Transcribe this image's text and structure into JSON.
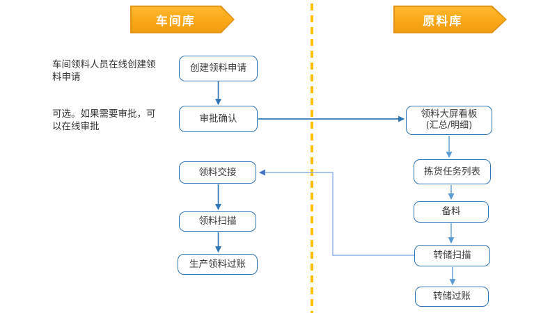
{
  "diagram": {
    "lanes": {
      "workshop": {
        "title": "车间库",
        "nodes": [
          {
            "label": "创建领料申请"
          },
          {
            "label": "审批确认"
          },
          {
            "label": "领料交接"
          },
          {
            "label": "领料扫描"
          },
          {
            "label": "生产领料过账"
          }
        ]
      },
      "raw_material": {
        "title": "原料库",
        "nodes": [
          {
            "label": "领料大屏看板",
            "sublabel": "(汇总/明细)"
          },
          {
            "label": "拣货任务列表"
          },
          {
            "label": "备料"
          },
          {
            "label": "转储扫描"
          },
          {
            "label": "转储过账"
          }
        ]
      }
    },
    "annotations": [
      {
        "text": "车间领料人员在线创建领\n料申请"
      },
      {
        "text": "可选。如果需要审批，可\n以在线审批"
      }
    ],
    "flows": [
      "创建领料申请 → 审批确认",
      "审批确认 → 领料大屏看板(汇总/明细)",
      "领料大屏看板 → 拣货任务列表",
      "拣货任务列表 → 备料",
      "备料 → 转储扫描",
      "转储扫描 → 转储过账",
      "转储扫描 → 领料交接",
      "领料交接 → 领料扫描",
      "领料扫描 → 生产领料过账"
    ]
  },
  "colors": {
    "banner_fill": "#F9A617",
    "banner_border": "#E39414",
    "banner_text": "#FFFFFF",
    "node_border": "#2E75B6",
    "node_text": "#3B3B3B",
    "arrow_dark": "#2E75B6",
    "arrow_mid": "#5B9BD5",
    "connector_light": "#8EB4E3",
    "divider": "#FFC000"
  }
}
